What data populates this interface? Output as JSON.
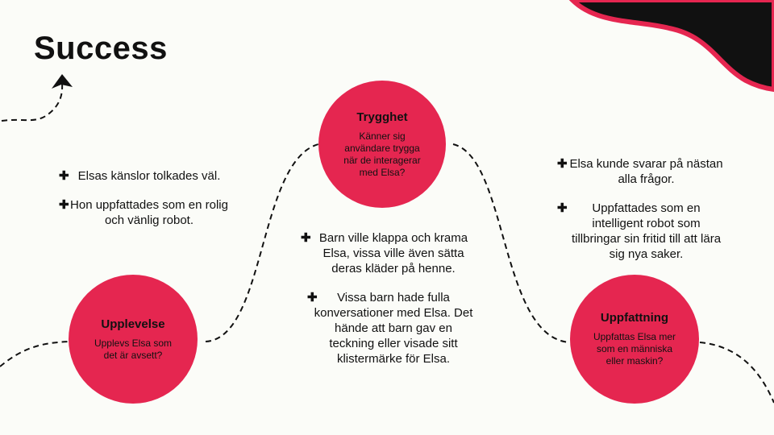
{
  "title": "Success",
  "colors": {
    "accent": "#e52650",
    "dark": "#111111",
    "background": "#fbfcf8"
  },
  "circles": [
    {
      "heading": "Upplevelse",
      "question": "Upplevs Elsa som det är avsett?"
    },
    {
      "heading": "Trygghet",
      "question": "Känner sig användare trygga när de interagerar med Elsa?"
    },
    {
      "heading": "Uppfattning",
      "question": "Uppfattas Elsa mer som en människa eller maskin?"
    }
  ],
  "blocks": [
    {
      "items": [
        "Elsas känslor tolkades väl.",
        "Hon uppfattades som en rolig och vänlig robot."
      ]
    },
    {
      "items": [
        "Barn ville klappa och krama Elsa, vissa ville även sätta deras kläder på henne.",
        "Vissa barn hade fulla konversationer med Elsa. Det hände att barn gav en teckning eller visade sitt klistermärke för Elsa."
      ]
    },
    {
      "items": [
        "Elsa kunde svarar på nästan alla frågor.",
        "Uppfattades som en intelligent robot som tillbringar sin fritid till att lära sig nya saker."
      ]
    }
  ],
  "bullet_icon": "plus-icon"
}
